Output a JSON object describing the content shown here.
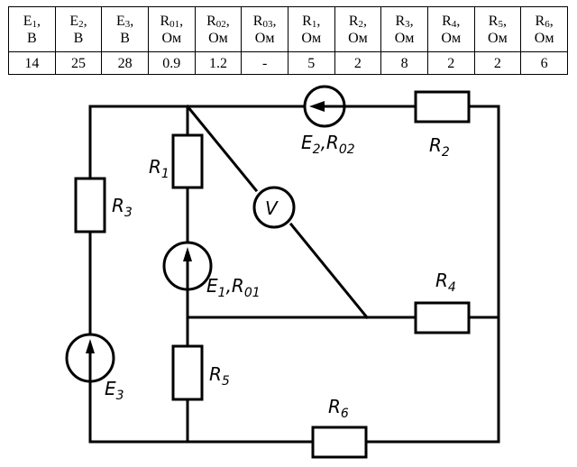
{
  "table": {
    "columns": [
      {
        "sym": "E",
        "sub": "1",
        "unit": "В",
        "value": "14"
      },
      {
        "sym": "E",
        "sub": "2",
        "unit": "В",
        "value": "25"
      },
      {
        "sym": "E",
        "sub": "3",
        "unit": "В",
        "value": "28"
      },
      {
        "sym": "R",
        "sub": "01",
        "unit": "Ом",
        "value": "0.9"
      },
      {
        "sym": "R",
        "sub": "02",
        "unit": "Ом",
        "value": "1.2"
      },
      {
        "sym": "R",
        "sub": "03",
        "unit": "Ом",
        "value": "-"
      },
      {
        "sym": "R",
        "sub": "1",
        "unit": "Ом",
        "value": "5"
      },
      {
        "sym": "R",
        "sub": "2",
        "unit": "Ом",
        "value": "2"
      },
      {
        "sym": "R",
        "sub": "3",
        "unit": "Ом",
        "value": "8"
      },
      {
        "sym": "R",
        "sub": "4",
        "unit": "Ом",
        "value": "2"
      },
      {
        "sym": "R",
        "sub": "5",
        "unit": "Ом",
        "value": "2"
      },
      {
        "sym": "R",
        "sub": "6",
        "unit": "Ом",
        "value": "6"
      }
    ]
  },
  "circuit": {
    "labels": {
      "r1": {
        "main": "R",
        "sub": "1"
      },
      "r2": {
        "main": "R",
        "sub": "2"
      },
      "r3": {
        "main": "R",
        "sub": "3"
      },
      "r4": {
        "main": "R",
        "sub": "4"
      },
      "r5": {
        "main": "R",
        "sub": "5"
      },
      "r6": {
        "main": "R",
        "sub": "6"
      },
      "e1": {
        "main": "E",
        "sub": "1",
        "sep": ",",
        "main2": "R",
        "sub2": "01"
      },
      "e2": {
        "main": "E",
        "sub": "2",
        "sep": ",",
        "main2": "R",
        "sub2": "02"
      },
      "e3": {
        "main": "E",
        "sub": "3"
      },
      "voltmeter": "V"
    }
  }
}
